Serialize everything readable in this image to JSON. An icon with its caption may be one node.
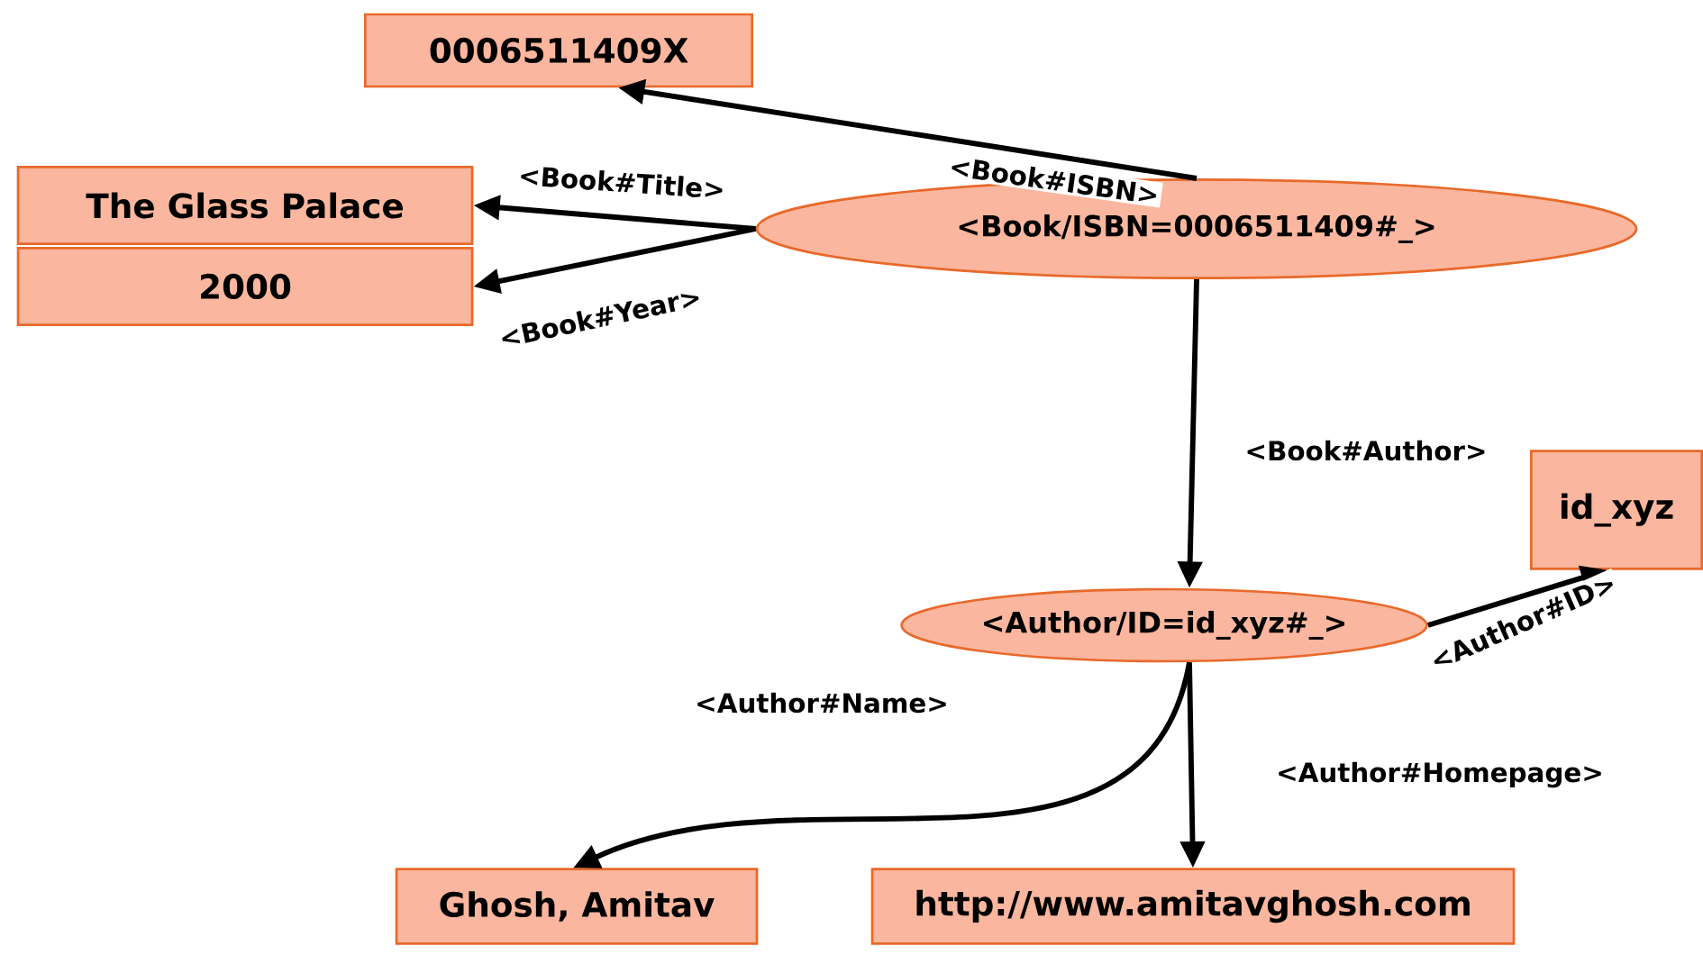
{
  "diagram": {
    "nodes": [
      {
        "text": [
          "0006511409X"
        ]
      },
      {
        "text": [
          "The Glass Palace"
        ]
      },
      {
        "text": [
          "2000"
        ]
      },
      {
        "text": [
          "<Book/ISBN=0006511409#_>"
        ]
      },
      {
        "text": [
          "<Author/ID=id_xyz#_>"
        ]
      },
      {
        "text": [
          "id_xyz"
        ]
      },
      {
        "text": [
          "Ghosh, Amitav"
        ]
      },
      {
        "text": [
          "http://www.amitavghosh.com"
        ]
      }
    ],
    "edges": [
      {
        "from": 3,
        "to": 0,
        "arrow": "to",
        "label": "<Book#ISBN>"
      },
      {
        "from": 3,
        "to": 1,
        "arrow": "to",
        "label": "<Book#Title>"
      },
      {
        "from": 3,
        "to": 2,
        "arrow": "to",
        "label": "<Book#Year>"
      },
      {
        "from": 3,
        "to": 4,
        "arrow": "to",
        "label": "<Book#Author>"
      },
      {
        "from": 4,
        "to": 5,
        "arrow": "to",
        "label": "<Author#ID>"
      },
      {
        "from": 4,
        "to": 6,
        "arrow": "to",
        "label": "<Author#Name>"
      },
      {
        "from": 4,
        "to": 7,
        "arrow": "to",
        "label": "<Author#Homepage>"
      }
    ]
  }
}
